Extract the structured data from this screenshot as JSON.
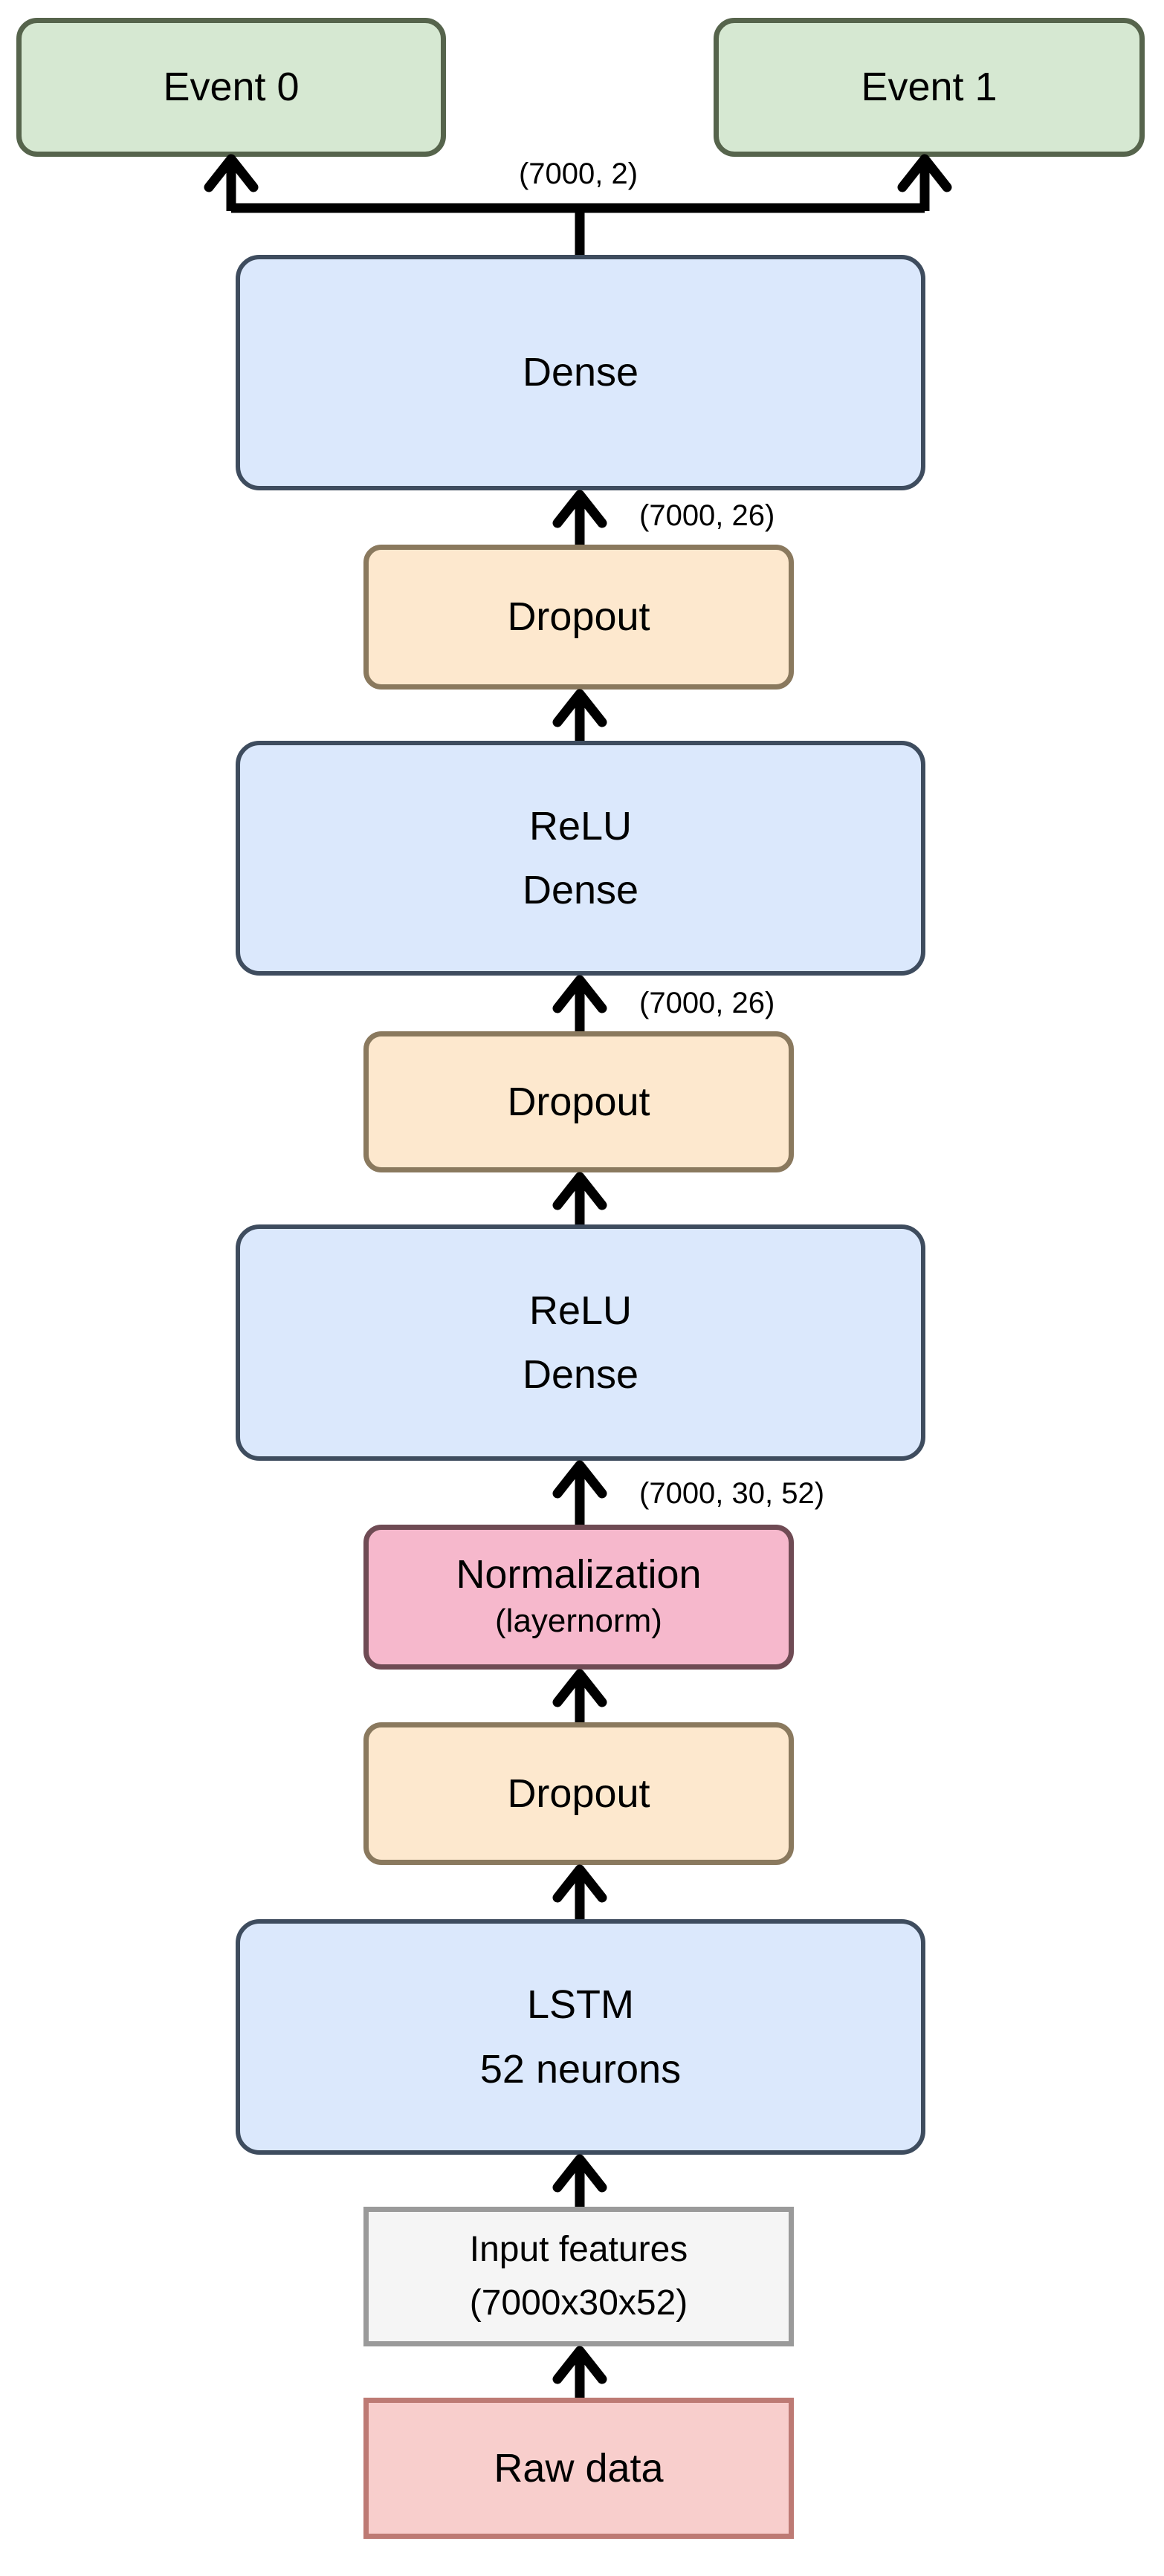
{
  "diagram": {
    "type": "neural-network-architecture-flowchart",
    "background": "#ffffff",
    "nodes": {
      "event0": {
        "label": "Event 0"
      },
      "event1": {
        "label": "Event 1"
      },
      "dense": {
        "label": "Dense"
      },
      "dropout1": {
        "label": "Dropout"
      },
      "relu1": {
        "line1": "ReLU",
        "line2": "Dense"
      },
      "dropout2": {
        "label": "Dropout"
      },
      "relu2": {
        "line1": "ReLU",
        "line2": "Dense"
      },
      "norm": {
        "line1": "Normalization",
        "line2": "(layernorm)"
      },
      "dropout3": {
        "label": "Dropout"
      },
      "lstm": {
        "line1": "LSTM",
        "line2": "52 neurons"
      },
      "input": {
        "line1": "Input features",
        "line2": "(7000x30x52)"
      },
      "raw": {
        "label": "Raw data"
      }
    },
    "edge_labels": {
      "dense_to_events": "(7000, 2)",
      "dropout1_to_dense": "(7000, 26)",
      "dropout2_to_relu1": "(7000, 26)",
      "norm_to_relu2": "(7000, 30, 52)"
    },
    "palette": {
      "arrow": "#000000",
      "event_fill": "#d6e8d2",
      "event_stroke": "#56644c",
      "layer_fill": "#dbe8fc",
      "layer_stroke": "#3e4c5e",
      "dropout_fill": "#fde8ce",
      "dropout_stroke": "#8a795e",
      "norm_fill": "#f6b8cc",
      "norm_stroke": "#6f4b54",
      "input_fill": "#f5f5f5",
      "input_stroke": "#9a9a9a",
      "raw_fill": "#f8cecc",
      "raw_stroke": "#bd7a74"
    }
  }
}
